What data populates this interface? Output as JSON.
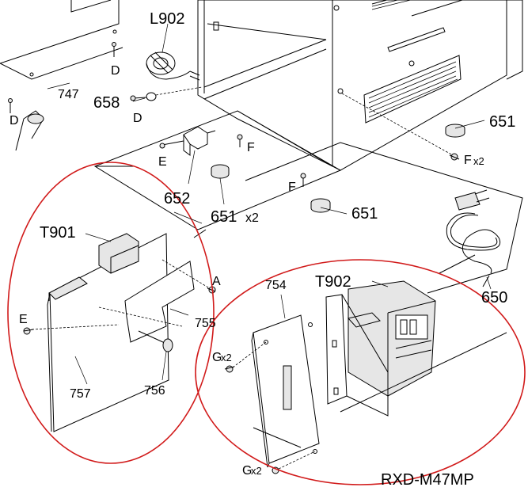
{
  "labels": {
    "L902": "L902",
    "p747": "747",
    "p658": "658",
    "p651a": "651",
    "p651b": "651",
    "p651x2": "651",
    "x2a": "x2",
    "p652": "652",
    "T901": "T901",
    "T902": "T902",
    "p754": "754",
    "p755": "755",
    "p756": "756",
    "p757": "757",
    "p650": "650",
    "D1": "D",
    "D2": "D",
    "D3": "D",
    "E1": "E",
    "E2": "E",
    "F1": "F",
    "F2": "F",
    "Fx2": "F",
    "Fx2sub": "x2",
    "A": "A",
    "Gx2a": "G",
    "Gx2asub": "x2",
    "Gx2b": "G",
    "Gx2bsub": "x2",
    "model": "RXD-M47MP"
  },
  "colors": {
    "highlight_circle": "#d11a1a",
    "line": "#000000"
  }
}
